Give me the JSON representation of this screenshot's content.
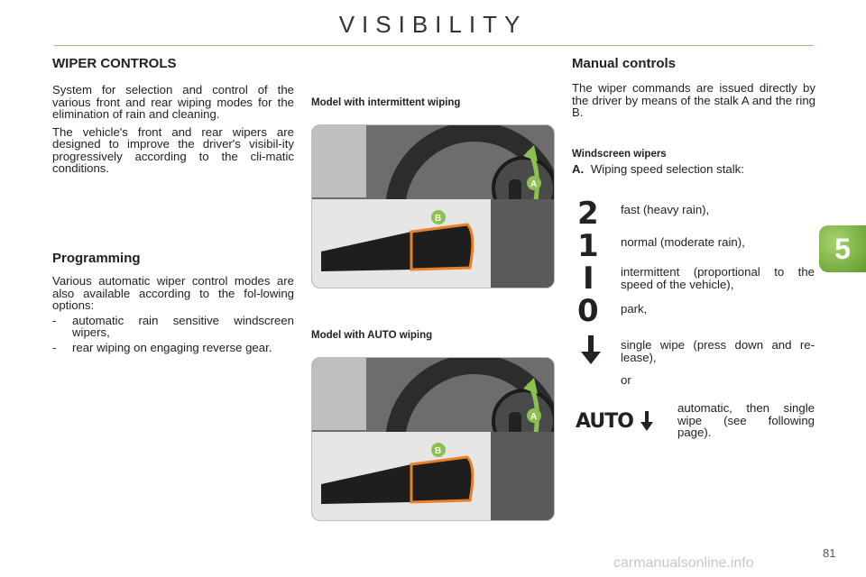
{
  "header": {
    "title": "VISIBILITY"
  },
  "left": {
    "heading": "WIPER CONTROLS",
    "para1": "System for selection and control of the various front and rear wiping modes for the elimination of rain and cleaning.",
    "para2": "The vehicle's front and rear wipers are designed to improve the driver's visibil-ity progressively according to the cli-matic conditions.",
    "programming_heading": "Programming",
    "programming_text": "Various automatic wiper control modes are also available according to the fol-lowing options:",
    "bullets": [
      "automatic rain sensitive windscreen wipers,",
      "rear wiping on engaging reverse gear."
    ],
    "bullet_marker": "-"
  },
  "middle": {
    "figure1_label": "Model with intermittent wiping",
    "figure2_label": "Model with AUTO wiping",
    "stalk_label_a": "A",
    "ring_label_b": "B"
  },
  "right": {
    "heading": "Manual controls",
    "intro": "The wiper commands are issued directly by the driver by means of the stalk A and the ring B.",
    "sub_heading": "Windscreen wipers",
    "item_a_letter": "A.",
    "item_a_text": "Wiping speed selection stalk:",
    "speeds": [
      {
        "symbol": "2",
        "text": "fast (heavy rain),"
      },
      {
        "symbol": "1",
        "text": "normal (moderate rain),"
      },
      {
        "symbol": "I",
        "text": "intermittent (proportional to the speed of the vehicle),"
      },
      {
        "symbol": "0",
        "text": "park,"
      },
      {
        "symbol": "down-arrow-icon",
        "text": "single wipe (press down and re-lease),"
      }
    ],
    "or_text": "or",
    "auto_symbol": "AUTO",
    "auto_text": "automatic, then single wipe (see following page)."
  },
  "chapter_tab": "5",
  "page_number": "81",
  "watermark": "carmanualsonline.info",
  "colors": {
    "accent": "#8cc152",
    "orange": "#e8822a",
    "rule": "#9bbf7a"
  }
}
